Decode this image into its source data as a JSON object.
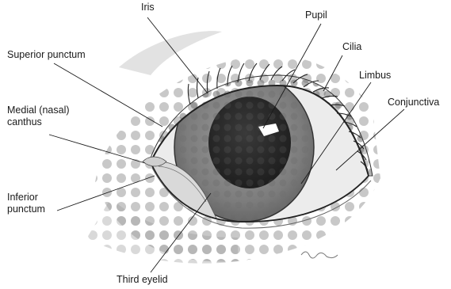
{
  "labels": {
    "iris": "Iris",
    "pupil": "Pupil",
    "cilia": "Cilia",
    "limbus": "Limbus",
    "conjunctiva": "Conjunctiva",
    "superior_punctum": "Superior punctum",
    "medial_canthus_line1": "Medial (nasal)",
    "medial_canthus_line2": "canthus",
    "inferior_punctum_line1": "Inferior",
    "inferior_punctum_line2": "punctum",
    "third_eyelid": "Third eyelid"
  },
  "colors": {
    "ink": "#1a1a1a",
    "iris": "#8a8a8a",
    "pupil": "#2a2a2a",
    "sclera": "#e9e9e9",
    "skin_shading": "#b8b8b8"
  }
}
